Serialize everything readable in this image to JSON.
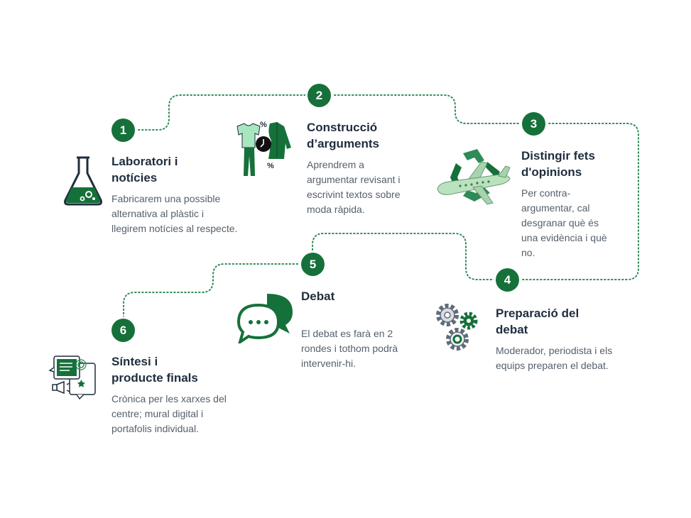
{
  "colors": {
    "primary_green": "#16703a",
    "light_green": "#a8e6c0",
    "mid_green": "#2e8b57",
    "dotted_path": "#2e8b57",
    "title_text": "#1f2d3d",
    "body_text": "#555f6b"
  },
  "steps": [
    {
      "number": "1",
      "title": "Laboratori i\nnotícies",
      "description": "Fabricarem una possible\nalternativa al plàstic i\nllegirem notícies al respecte.",
      "icon": "flask-icon"
    },
    {
      "number": "2",
      "title": "Construcció\nd’arguments",
      "description": "Aprendrem a\nargumentar revisant i\nescrivint textos sobre\nmoda ràpida.",
      "icon": "fast-fashion-icon",
      "icon_labels": [
        "%",
        "%"
      ]
    },
    {
      "number": "3",
      "title": "Distingir fets\nd'opinions",
      "description": "Per contra-\nargumentar, cal\ndesgranar què és\nuna evidència i què\nno.",
      "icon": "recycle-airplane-icon"
    },
    {
      "number": "4",
      "title": "Preparació del\ndebat",
      "description": "Moderador, periodista i els\nequips preparen el debat.",
      "icon": "gears-icon"
    },
    {
      "number": "5",
      "title": "Debat",
      "description": "El debat es farà en 2\nrondes i tothom  podrà\nintervenir-hi.",
      "icon": "chat-bubbles-icon"
    },
    {
      "number": "6",
      "title": "Síntesi i\nproducte finals",
      "description": "Crònica per les xarxes del\ncentre; mural digital i\nportafolis individual.",
      "icon": "digital-publishing-icon"
    }
  ]
}
